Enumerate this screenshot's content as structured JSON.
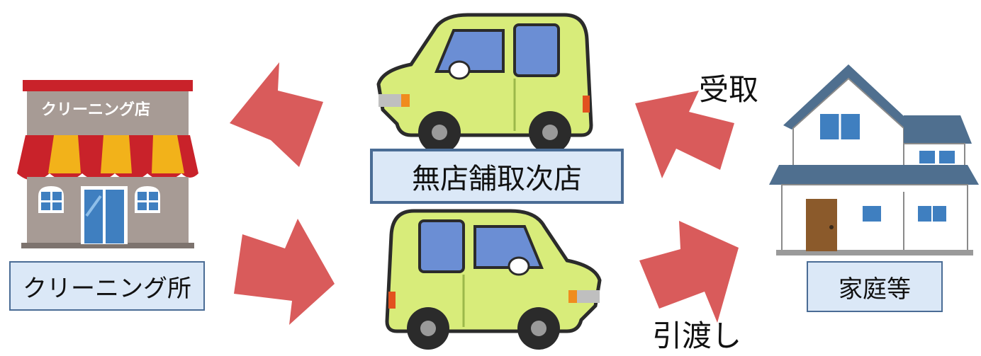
{
  "diagram": {
    "labels": {
      "cleaning_shop_sign": "クリーニング店",
      "cleaning_facility": "クリーニング所",
      "storeless_agent": "無店舗取次店",
      "household": "家庭等",
      "receive": "受取",
      "deliver": "引渡し"
    },
    "nodes": [
      {
        "id": "cleaning-facility",
        "icon": "shop-icon"
      },
      {
        "id": "storeless-agent",
        "icon": "van-icon"
      },
      {
        "id": "household",
        "icon": "house-icon"
      }
    ],
    "flows": [
      {
        "from": "household",
        "to": "storeless-agent",
        "label_key": "receive"
      },
      {
        "from": "storeless-agent",
        "to": "cleaning-facility"
      },
      {
        "from": "cleaning-facility",
        "to": "storeless-agent"
      },
      {
        "from": "storeless-agent",
        "to": "household",
        "label_key": "deliver"
      }
    ]
  },
  "colors": {
    "arrow": "#d95b5b",
    "van_body": "#d8ec7a",
    "van_window": "#6b8ed4",
    "label_fill": "#dbe8f7",
    "label_border": "#4a6c95",
    "house_roof": "#4f6f8f",
    "shop_wall": "#a79b95",
    "awning_red": "#c9222a",
    "awning_yellow": "#f2b21a"
  }
}
